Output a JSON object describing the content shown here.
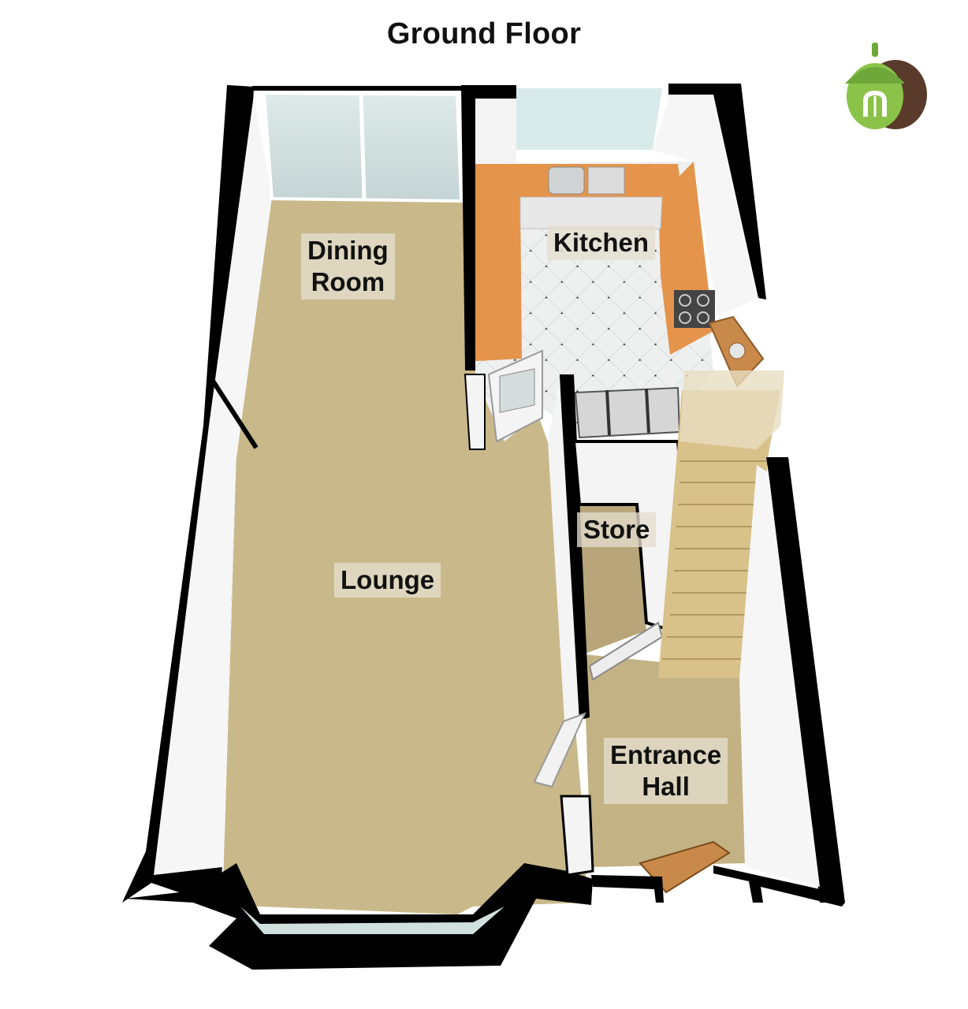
{
  "title": "Ground Floor",
  "rooms": {
    "dining_room": {
      "line1": "Dining",
      "line2": "Room"
    },
    "kitchen": "Kitchen",
    "lounge": "Lounge",
    "store": "Store",
    "entrance_hall": {
      "line1": "Entrance",
      "line2": "Hall"
    }
  },
  "logo": {
    "name": "acorn-logo",
    "monogram": "n"
  },
  "colors": {
    "carpet": "#c9b98a",
    "walls": "#000000",
    "inner_wall": "#f4f4f4",
    "kitchen_worktop": "#e5944b",
    "floor_tile": "#eef0f0",
    "stairs": "#d9c18a",
    "logo_green": "#8bc34a",
    "logo_brown": "#5a3a2a"
  }
}
